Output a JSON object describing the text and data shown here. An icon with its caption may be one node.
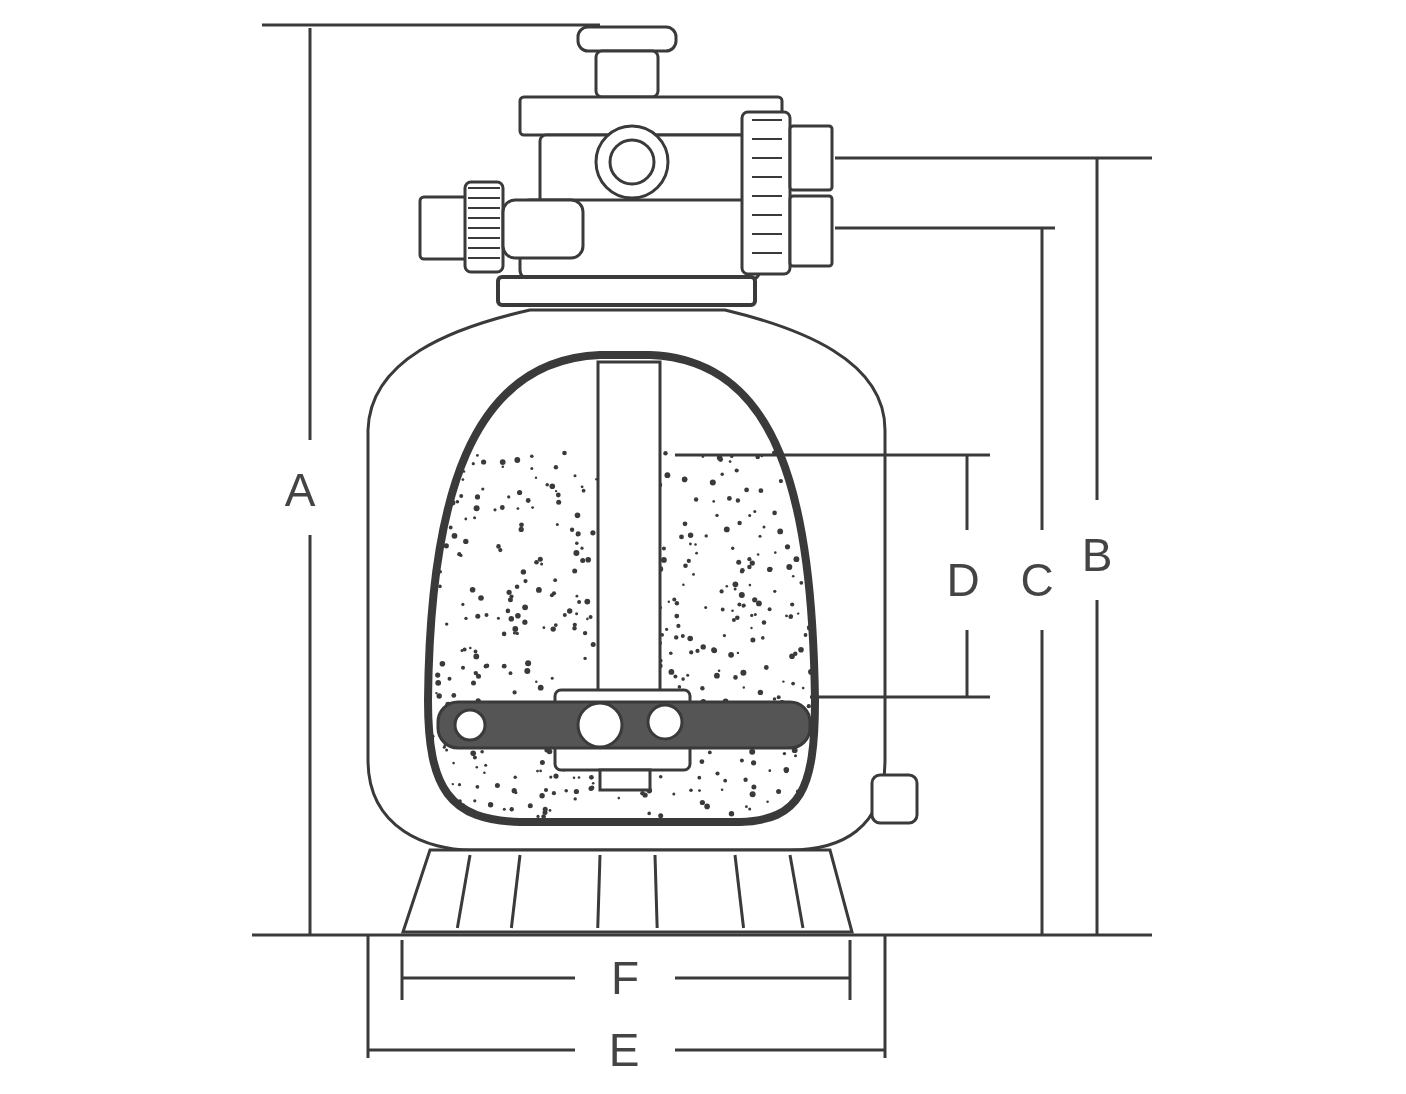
{
  "diagram": {
    "labels": [
      "A",
      "B",
      "C",
      "D",
      "F",
      "E"
    ]
  }
}
